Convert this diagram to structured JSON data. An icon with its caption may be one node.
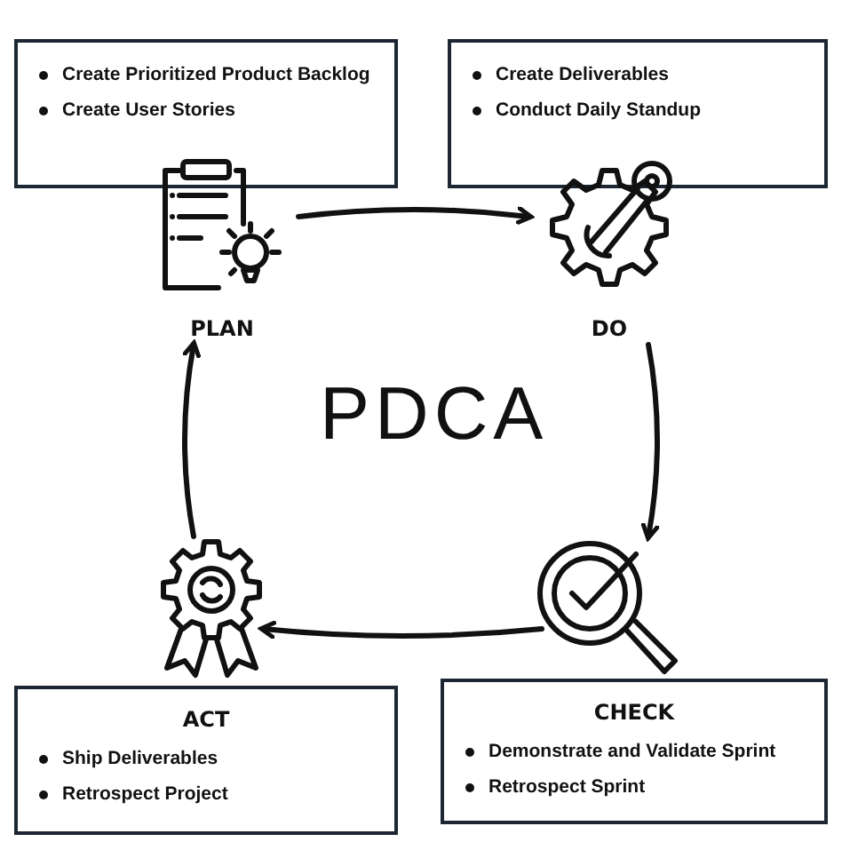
{
  "diagram": {
    "nodes": [
      {
        "text": [
          "Create Prioritized Product Backlog",
          "Create User Stories"
        ]
      },
      {
        "text": [
          "Create Deliverables",
          "Conduct Daily Standup"
        ]
      },
      {
        "text": [
          "ACT",
          "Ship Deliverables",
          "Retrospect Project"
        ]
      },
      {
        "text": [
          "CHECK",
          "Demonstrate and Validate Sprint",
          "Retrospect Sprint"
        ]
      },
      {
        "text": [
          "PLAN"
        ]
      },
      {
        "text": [
          "DO"
        ]
      },
      {
        "text": [],
        "shape": "picture"
      },
      {
        "text": [],
        "shape": "picture"
      }
    ],
    "edges": [
      {
        "from": 4,
        "to": 5,
        "arrow": "to"
      },
      {
        "from": 5,
        "to": 7,
        "arrow": "to"
      },
      {
        "from": 7,
        "to": 6,
        "arrow": "to"
      },
      {
        "from": 6,
        "to": 4,
        "arrow": "to"
      }
    ],
    "labels": [
      "PDCA"
    ]
  }
}
